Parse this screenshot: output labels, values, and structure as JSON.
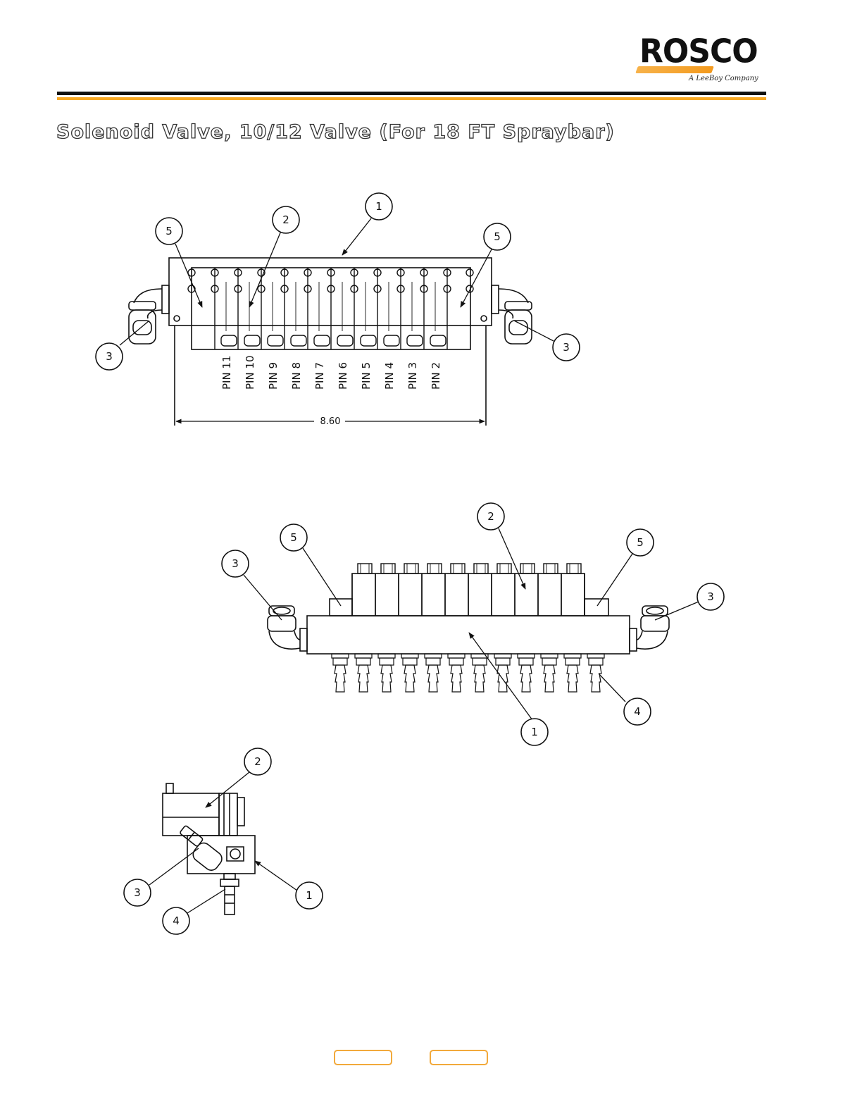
{
  "header": {
    "logo_text": "ROSCO",
    "logo_tagline": "A LeeBoy Company"
  },
  "page": {
    "title": "Solenoid Valve, 10/12 Valve (For 18 FT Spraybar)"
  },
  "diagram": {
    "dimension_label": "8.60",
    "pin_labels": [
      "PIN 11",
      "PIN 10",
      "PIN 9",
      "PIN 8",
      "PIN 7",
      "PIN 6",
      "PIN 5",
      "PIN 4",
      "PIN 3",
      "PIN 2"
    ],
    "callouts": {
      "top_view": [
        "1",
        "2",
        "5",
        "5",
        "3",
        "3"
      ],
      "front_view": [
        "2",
        "5",
        "5",
        "3",
        "3",
        "4",
        "1"
      ],
      "side_view": [
        "2",
        "3",
        "1",
        "4"
      ]
    }
  },
  "navigation": {
    "prev_label": "",
    "next_label": ""
  }
}
